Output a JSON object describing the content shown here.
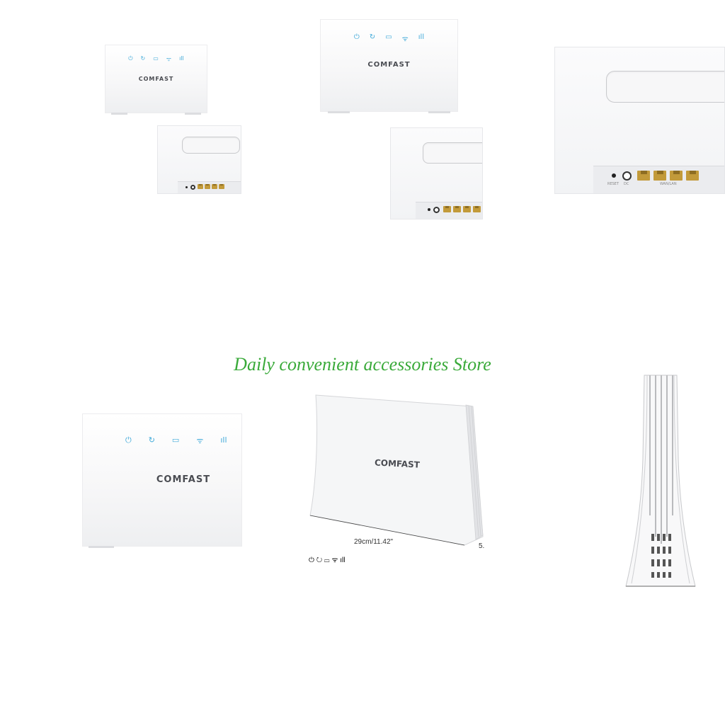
{
  "brand": "COMFAST",
  "store_name": "Daily convenient accessories Store",
  "dimension_label": "29cm/11.42\"",
  "dimension_label_cut": "5.",
  "back_labels": {
    "reset": "RESET",
    "dc": "DC",
    "lan": "WAN/LAN"
  },
  "led_icons": [
    "power-icon",
    "sync-icon",
    "lan-icon",
    "wifi-icon",
    "signal-icon"
  ],
  "colors": {
    "led": "#3fa9d9",
    "store_text": "#3aaa3a",
    "brand_text": "#4a4c52",
    "port": "#c29a3a"
  }
}
